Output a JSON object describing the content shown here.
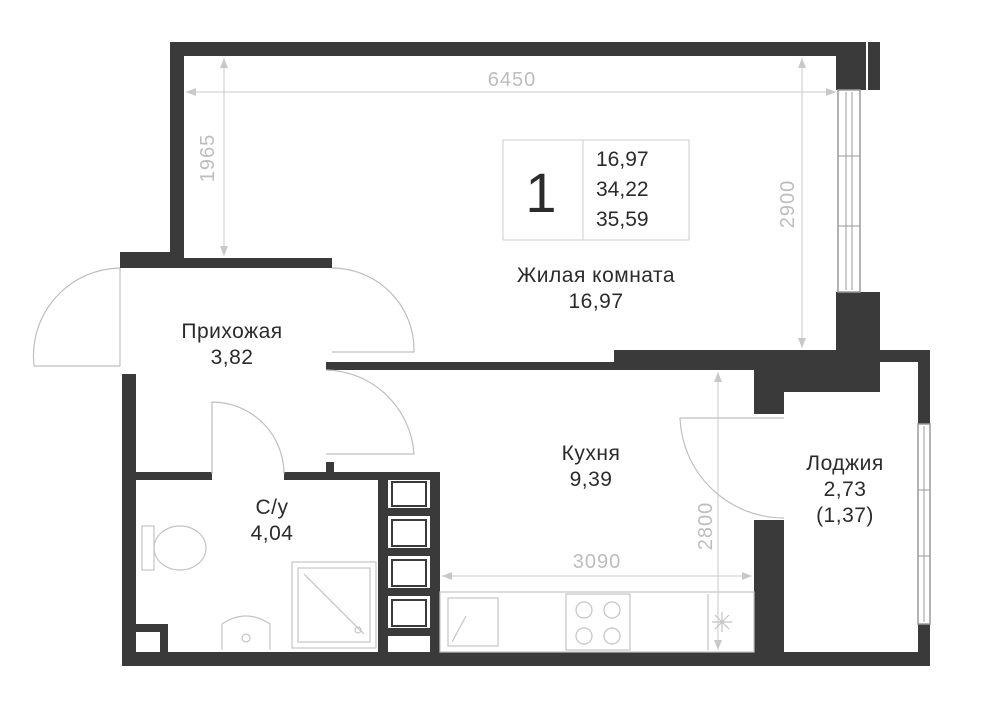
{
  "apartment": {
    "rooms_count": "1",
    "areas": [
      "16,97",
      "34,22",
      "35,59"
    ]
  },
  "rooms": {
    "living": {
      "name": "Жилая комната",
      "area": "16,97"
    },
    "hallway": {
      "name": "Прихожая",
      "area": "3,82"
    },
    "kitchen": {
      "name": "Кухня",
      "area": "9,39"
    },
    "bathroom": {
      "name": "С/у",
      "area": "4,04"
    },
    "loggia": {
      "name": "Лоджия",
      "area": "2,73",
      "reduced_area": "(1,37)"
    }
  },
  "dimensions": {
    "living_width": "6450",
    "living_depth_left": "1965",
    "living_depth_right": "2900",
    "kitchen_width": "3090",
    "kitchen_depth": "2800"
  }
}
